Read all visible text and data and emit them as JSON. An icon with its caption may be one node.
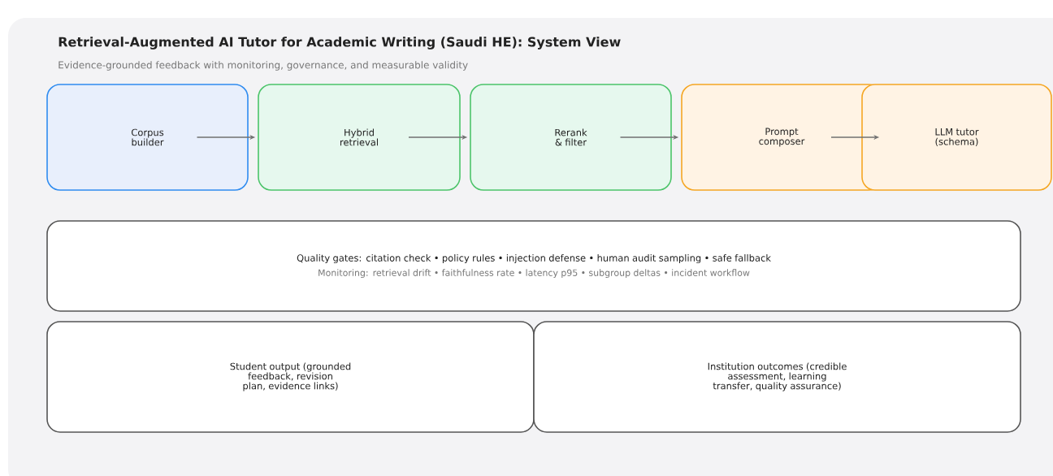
{
  "diagram": {
    "title": "Retrieval-Augmented AI Tutor for Academic Writing (Saudi HE): System View",
    "nodes": [
      {
        "text": [
          "Corpus builder"
        ]
      },
      {
        "text": [
          "Hybrid retrieval"
        ]
      },
      {
        "text": [
          "Rerank & filter"
        ]
      },
      {
        "text": [
          "Prompt composer"
        ]
      },
      {
        "text": [
          "LLM tutor (schema)"
        ]
      },
      {
        "text": [
          "Quality gates: citation check • policy rules • injection defense • human audit sampling • safe fallback",
          "Monitoring: retrieval drift • faithfulness rate • latency p95 • subgroup deltas • incident workflow"
        ]
      },
      {
        "text": [
          "Student output (grounded feedback, revision plan, evidence links)"
        ]
      },
      {
        "text": [
          "Institution outcomes (credible assessment, learning transfer, quality assurance)"
        ]
      }
    ],
    "edges": [
      {
        "from": 0,
        "to": 1,
        "arrow": "to"
      },
      {
        "from": 1,
        "to": 2,
        "arrow": "to"
      },
      {
        "from": 2,
        "to": 3,
        "arrow": "to"
      },
      {
        "from": 3,
        "to": 4,
        "arrow": "to"
      }
    ],
    "labels": [
      "Evidence-grounded feedback with monitoring, governance, and measurable validity"
    ]
  }
}
